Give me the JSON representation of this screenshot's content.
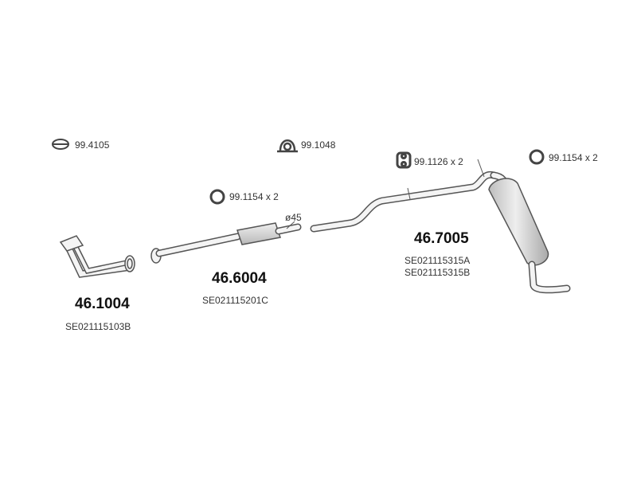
{
  "colors": {
    "stroke": "#555555",
    "fill": "#f2f2f2",
    "muffler": "#d6d6d6"
  },
  "accessories": [
    {
      "code": "99.4105",
      "icon": "gasket-ring-icon"
    },
    {
      "code": "99.1048",
      "icon": "u-clamp-icon"
    },
    {
      "code": "99.1126 x 2",
      "icon": "rubber-hanger-icon"
    },
    {
      "code": "99.1154 x 2",
      "icon": "o-ring-icon"
    },
    {
      "code": "99.1154 x 2",
      "icon": "o-ring-icon"
    }
  ],
  "parts": [
    {
      "number": "46.1004",
      "refs": [
        "SE021115103B"
      ]
    },
    {
      "number": "46.6004",
      "refs": [
        "SE021115201C"
      ],
      "diameter": "ø45"
    },
    {
      "number": "46.7005",
      "refs": [
        "SE021115315A",
        "SE021115315B"
      ]
    }
  ]
}
